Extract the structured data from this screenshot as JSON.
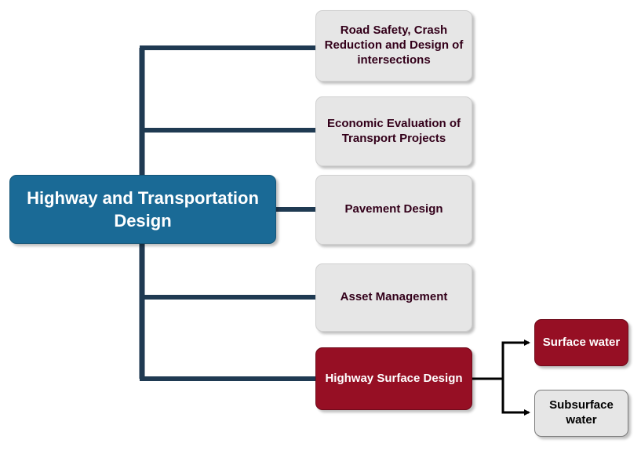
{
  "root": {
    "label": "Highway and Transportation Design"
  },
  "topics": [
    {
      "label": "Road Safety, Crash Reduction and Design of intersections"
    },
    {
      "label": "Economic Evaluation of Transport Projects"
    },
    {
      "label": "Pavement Design"
    },
    {
      "label": "Asset Management"
    },
    {
      "label": "Highway Surface Design"
    }
  ],
  "subtopics": [
    {
      "label": "Surface water"
    },
    {
      "label": "Subsurface water"
    }
  ],
  "colors": {
    "connector": "#1f3a52",
    "root_fill": "#1a6a96",
    "topic_fill": "#e6e6e6",
    "highlight_fill": "#960f24",
    "arrow": "#000000"
  }
}
